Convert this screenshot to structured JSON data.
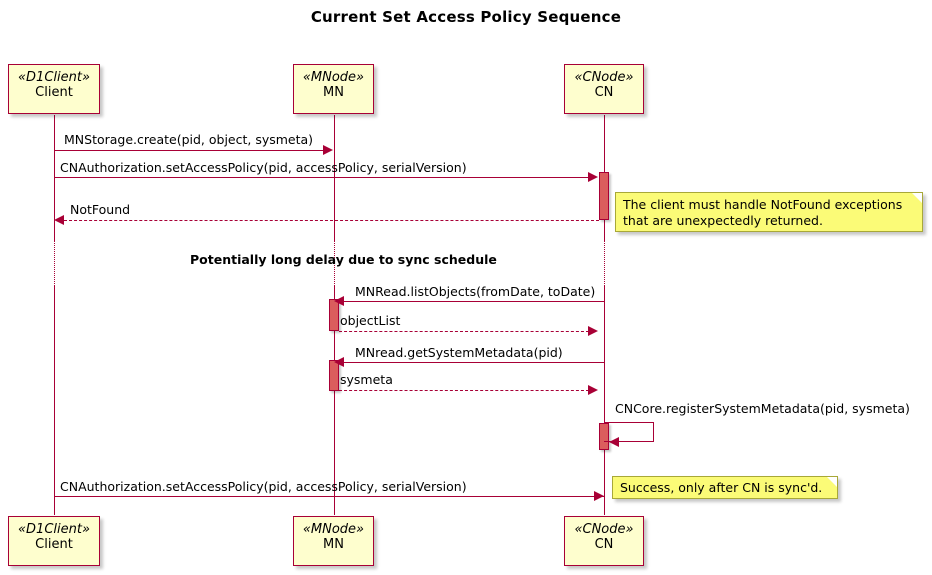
{
  "diagram": {
    "title": "Current Set Access Policy Sequence",
    "type": "uml-sequence-diagram",
    "colors": {
      "line": "#A80036",
      "participant_fill": "#FEFECE",
      "activation_fill": "#DB5D5D",
      "note_fill": "#FBFB77",
      "note_border": "#A8A838",
      "background": "#FFFFFF"
    }
  },
  "participants": [
    {
      "id": "client",
      "stereotype": "«D1Client»",
      "name": "Client"
    },
    {
      "id": "mn",
      "stereotype": "«MNode»",
      "name": "MN"
    },
    {
      "id": "cn",
      "stereotype": "«CNode»",
      "name": "CN"
    }
  ],
  "messages": [
    {
      "id": "m1",
      "label": "MNStorage.create(pid, object, sysmeta)",
      "from": "client",
      "to": "mn",
      "style": "solid"
    },
    {
      "id": "m2",
      "label": "CNAuthorization.setAccessPolicy(pid, accessPolicy, serialVersion)",
      "from": "client",
      "to": "cn",
      "style": "solid"
    },
    {
      "id": "m3",
      "label": "NotFound",
      "from": "cn",
      "to": "client",
      "style": "dashed"
    },
    {
      "id": "m4",
      "label": "MNRead.listObjects(fromDate, toDate)",
      "from": "cn",
      "to": "mn",
      "style": "solid"
    },
    {
      "id": "m5",
      "label": "objectList",
      "from": "mn",
      "to": "cn",
      "style": "dashed"
    },
    {
      "id": "m6",
      "label": "MNread.getSystemMetadata(pid)",
      "from": "cn",
      "to": "mn",
      "style": "solid"
    },
    {
      "id": "m7",
      "label": "sysmeta",
      "from": "mn",
      "to": "cn",
      "style": "dashed"
    },
    {
      "id": "m8",
      "label": "CNCore.registerSystemMetadata(pid, sysmeta)",
      "from": "cn",
      "to": "cn",
      "style": "self"
    },
    {
      "id": "m9",
      "label": "CNAuthorization.setAccessPolicy(pid, accessPolicy, serialVersion)",
      "from": "client",
      "to": "cn",
      "style": "solid"
    }
  ],
  "delay": {
    "label": "Potentially long delay due to sync schedule"
  },
  "notes": [
    {
      "id": "note1",
      "attached_to": "cn",
      "line1": "The client must handle NotFound exceptions",
      "line2": "that are unexpectedly returned."
    },
    {
      "id": "note2",
      "attached_to": "cn",
      "line1": "Success, only after CN is sync'd.",
      "line2": ""
    }
  ]
}
